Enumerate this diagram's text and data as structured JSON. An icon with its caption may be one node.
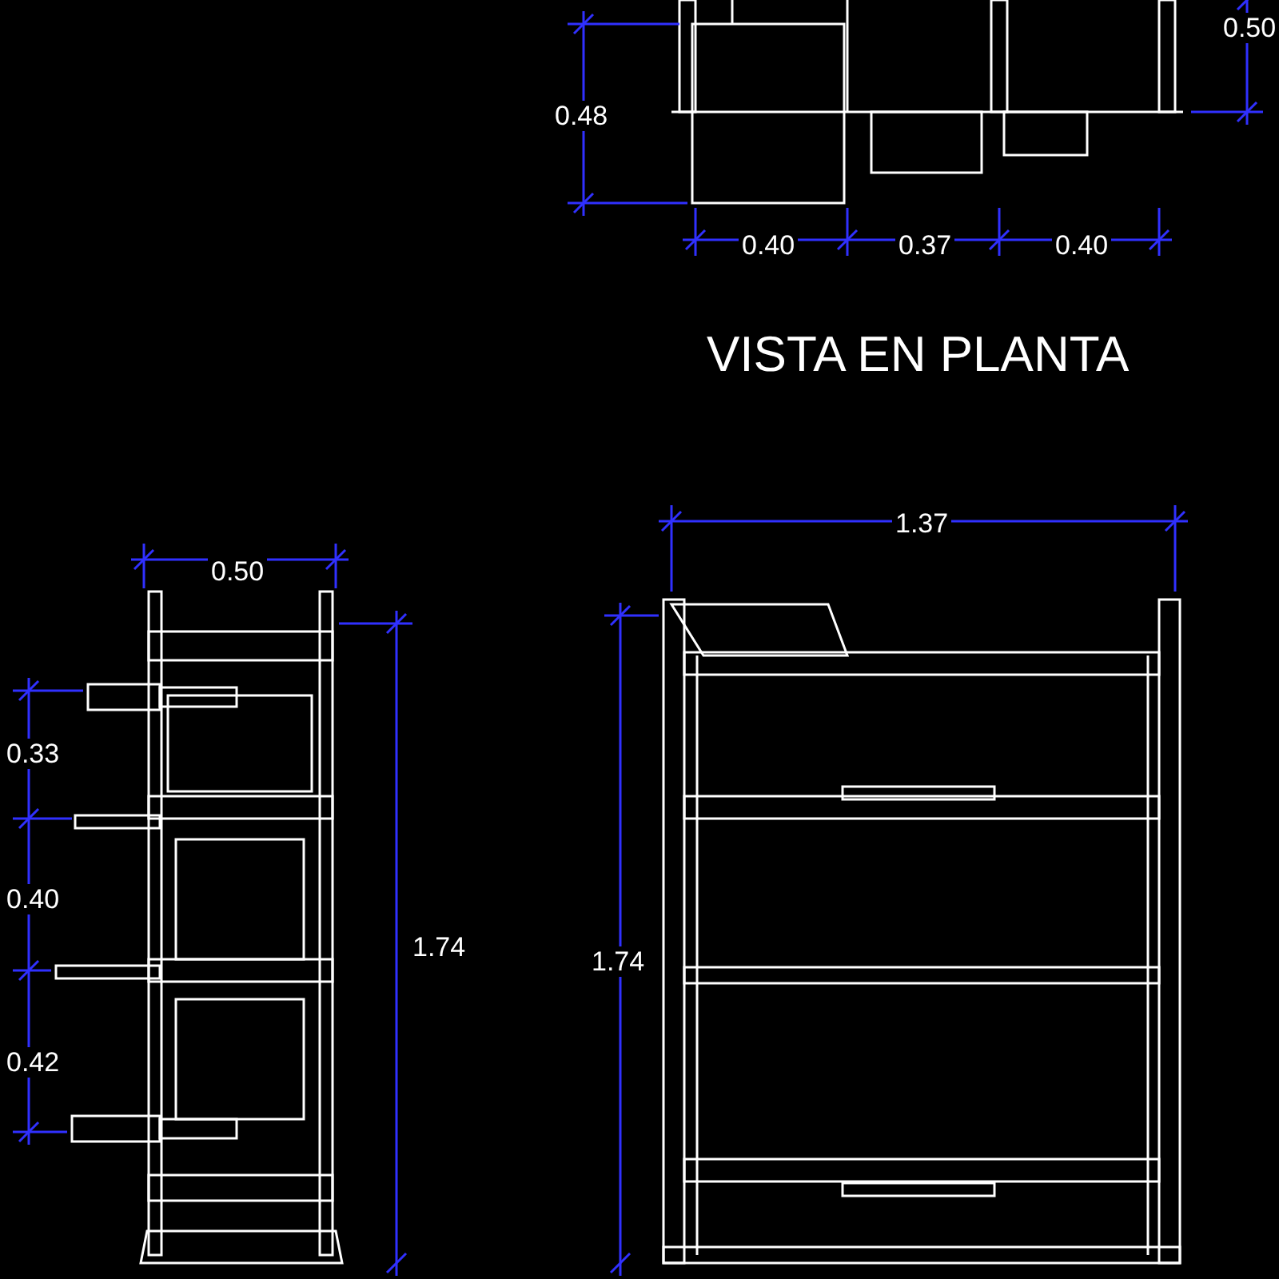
{
  "diagram": {
    "labels": [
      "0.50",
      "0.48",
      "0.40",
      "0.37",
      "0.40",
      "VISTA EN PLANTA",
      "1.37",
      "0.50",
      "0.33",
      "0.40",
      "1.74",
      "1.74",
      "0.42"
    ]
  }
}
